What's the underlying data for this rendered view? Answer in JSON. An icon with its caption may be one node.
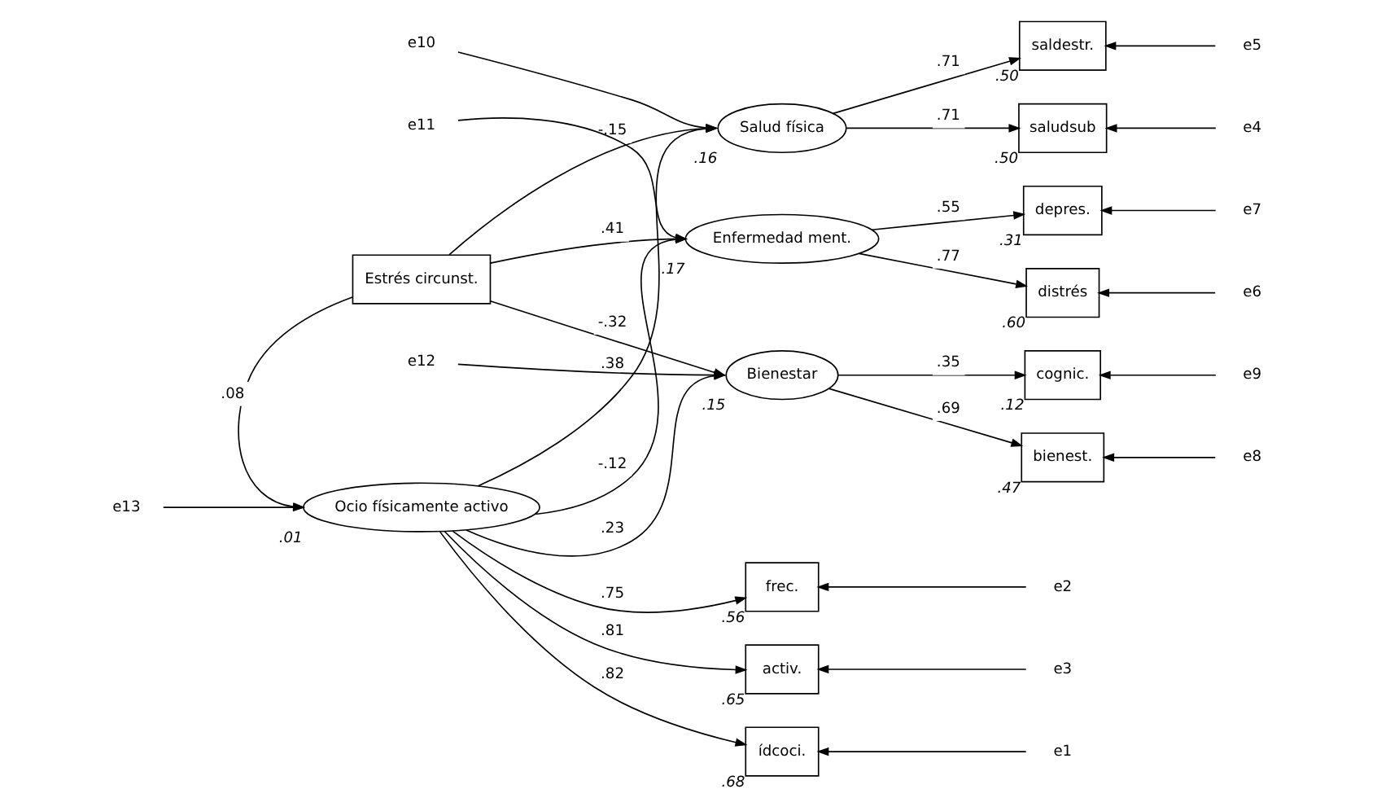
{
  "diagram": {
    "nodes": [
      {
        "text": [
          "Estrés circunst."
        ]
      },
      {
        "text": [
          "e13"
        ]
      },
      {
        "text": [
          "Ocio físicamente activo"
        ],
        "beside": [
          ".01"
        ]
      },
      {
        "text": [
          "ídcoci."
        ],
        "beside": [
          ".68"
        ]
      },
      {
        "text": [
          "frec."
        ],
        "beside": [
          ".56"
        ]
      },
      {
        "text": [
          "activ."
        ],
        "beside": [
          ".65"
        ]
      },
      {
        "text": [
          "e1"
        ]
      },
      {
        "text": [
          "e2"
        ]
      },
      {
        "text": [
          "e3"
        ]
      },
      {
        "text": [
          "Salud física"
        ],
        "beside": [
          ".16"
        ]
      },
      {
        "text": [
          "e10"
        ]
      },
      {
        "text": [
          "Enfermedad ment."
        ],
        "beside": [
          ".17"
        ]
      },
      {
        "text": [
          "e11"
        ]
      },
      {
        "text": [
          "Bienestar"
        ],
        "beside": [
          ".15"
        ]
      },
      {
        "text": [
          "e12"
        ]
      },
      {
        "text": [
          "saludsub"
        ],
        "beside": [
          ".50"
        ]
      },
      {
        "text": [
          "e4"
        ]
      },
      {
        "text": [
          "saldestr."
        ],
        "beside": [
          ".50"
        ]
      },
      {
        "text": [
          "e5"
        ]
      },
      {
        "text": [
          "distrés"
        ],
        "beside": [
          ".60"
        ]
      },
      {
        "text": [
          "e6"
        ]
      },
      {
        "text": [
          "depres."
        ],
        "beside": [
          ".31"
        ]
      },
      {
        "text": [
          "e7"
        ]
      },
      {
        "text": [
          "bienest."
        ],
        "beside": [
          ".47"
        ]
      },
      {
        "text": [
          "e8"
        ]
      },
      {
        "text": [
          "cognic."
        ],
        "beside": [
          ".12"
        ]
      },
      {
        "text": [
          "e9"
        ]
      }
    ],
    "edges": [
      {
        "from": 0,
        "to": 9,
        "arrow": "to",
        "label": "-.15"
      },
      {
        "from": 0,
        "to": 11,
        "arrow": "to",
        "label": ".41"
      },
      {
        "from": 0,
        "to": 13,
        "arrow": "to",
        "label": "-.32"
      },
      {
        "from": 0,
        "to": 2,
        "arrow": "to",
        "label": ".08"
      },
      {
        "from": 1,
        "to": 2,
        "arrow": "to"
      },
      {
        "from": 2,
        "to": 9,
        "arrow": "to",
        "label": ".38"
      },
      {
        "from": 2,
        "to": 11,
        "arrow": "to",
        "label": "-.12"
      },
      {
        "from": 2,
        "to": 13,
        "arrow": "to",
        "label": ".23"
      },
      {
        "from": 2,
        "to": 3,
        "arrow": "to",
        "label": ".82"
      },
      {
        "from": 2,
        "to": 4,
        "arrow": "to",
        "label": ".75"
      },
      {
        "from": 2,
        "to": 5,
        "arrow": "to",
        "label": ".81"
      },
      {
        "from": 6,
        "to": 3,
        "arrow": "to"
      },
      {
        "from": 7,
        "to": 4,
        "arrow": "to"
      },
      {
        "from": 8,
        "to": 5,
        "arrow": "to"
      },
      {
        "from": 10,
        "to": 9,
        "arrow": "to"
      },
      {
        "from": 12,
        "to": 11,
        "arrow": "to"
      },
      {
        "from": 14,
        "to": 13,
        "arrow": "to"
      },
      {
        "from": 9,
        "to": 15,
        "arrow": "to",
        "label": ".71"
      },
      {
        "from": 9,
        "to": 17,
        "arrow": "to",
        "label": ".71"
      },
      {
        "from": 11,
        "to": 19,
        "arrow": "to",
        "label": ".77"
      },
      {
        "from": 11,
        "to": 21,
        "arrow": "to",
        "label": ".55"
      },
      {
        "from": 13,
        "to": 23,
        "arrow": "to",
        "label": ".69"
      },
      {
        "from": 13,
        "to": 25,
        "arrow": "to",
        "label": ".35"
      },
      {
        "from": 16,
        "to": 15,
        "arrow": "to"
      },
      {
        "from": 18,
        "to": 17,
        "arrow": "to"
      },
      {
        "from": 20,
        "to": 19,
        "arrow": "to"
      },
      {
        "from": 22,
        "to": 21,
        "arrow": "to"
      },
      {
        "from": 24,
        "to": 23,
        "arrow": "to"
      },
      {
        "from": 26,
        "to": 25,
        "arrow": "to"
      }
    ]
  }
}
